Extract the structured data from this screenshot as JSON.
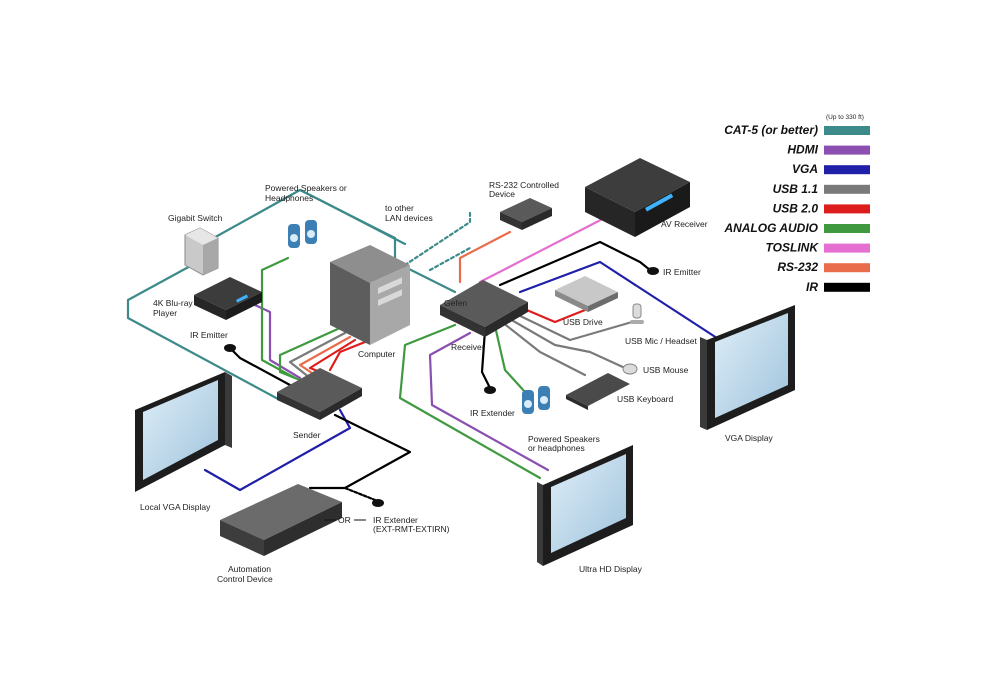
{
  "colors": {
    "cat5": "#3d8a8a",
    "hdmi": "#8a4fb0",
    "vga": "#1f1fa8",
    "usb11": "#7a7a7a",
    "usb20": "#dd1c1c",
    "analog_audio": "#3f9a3f",
    "toslink": "#e56fd0",
    "rs232": "#e96d4a",
    "ir": "#000000"
  },
  "legend": {
    "note": "(Up to 330 ft)",
    "items": [
      {
        "key": "cat5",
        "label": "CAT-5 (or better)",
        "color": "#3d8a8a"
      },
      {
        "key": "hdmi",
        "label": "HDMI",
        "color": "#8a4fb0"
      },
      {
        "key": "vga",
        "label": "VGA",
        "color": "#1f1fa8"
      },
      {
        "key": "usb11",
        "label": "USB 1.1",
        "color": "#7a7a7a"
      },
      {
        "key": "usb20",
        "label": "USB 2.0",
        "color": "#dd1c1c"
      },
      {
        "key": "analog_audio",
        "label": "ANALOG AUDIO",
        "color": "#3f9a3f"
      },
      {
        "key": "toslink",
        "label": "TOSLINK",
        "color": "#e56fd0"
      },
      {
        "key": "rs232",
        "label": "RS-232",
        "color": "#e96d4a"
      },
      {
        "key": "ir",
        "label": "IR",
        "color": "#000000"
      }
    ]
  },
  "devices": {
    "gigabit_switch": "Gigabit Switch",
    "powered_speakers_left_1": "Powered Speakers or",
    "powered_speakers_left_2": "Headphones",
    "bluray_1": "4K Blu-ray",
    "bluray_2": "Player",
    "ir_emitter_left": "IR Emitter",
    "computer": "Computer",
    "sender": "Sender",
    "local_vga_display": "Local VGA Display",
    "automation_1": "Automation",
    "automation_2": "Control Device",
    "or_text": "OR",
    "ir_extender_left_1": "IR Extender",
    "ir_extender_left_2": "(EXT-RMT-EXTIRN)",
    "lan_1": "to other",
    "lan_2": "LAN devices",
    "rs232_device_1": "RS-232 Controlled",
    "rs232_device_2": "Device",
    "av_receiver": "AV Receiver",
    "ir_emitter_right": "IR Emitter",
    "receiver": "Receiver",
    "usb_drive": "USB Drive",
    "usb_mic": "USB Mic / Headset",
    "usb_mouse": "USB Mouse",
    "usb_keyboard": "USB Keyboard",
    "ir_extender_right": "IR Extender",
    "powered_speakers_right_1": "Powered Speakers",
    "powered_speakers_right_2": "or headphones",
    "vga_display": "VGA Display",
    "ultra_hd_display": "Ultra HD Display",
    "brand": "Gefen"
  }
}
